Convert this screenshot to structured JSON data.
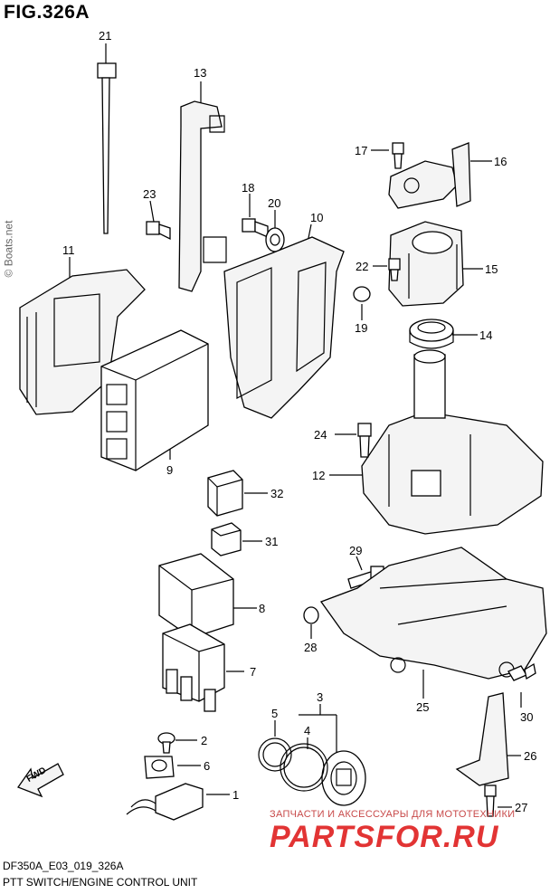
{
  "figure": {
    "title": "FIG.326A"
  },
  "watermark": {
    "text": "© Boats.net"
  },
  "footer": {
    "code": "DF350A_E03_019_326A",
    "title": "PTT SWITCH/ENGINE CONTROL UNIT"
  },
  "brand": {
    "tagline": "ЗАПЧАСТИ И АКСЕССУАРЫ ДЛЯ МОТОТЕХНИКИ",
    "logo": "PARTSFOR.RU",
    "color": "#e23434"
  },
  "fwd_label": "FWD",
  "callouts": [
    {
      "id": "21",
      "label": "21"
    },
    {
      "id": "13",
      "label": "13"
    },
    {
      "id": "17",
      "label": "17"
    },
    {
      "id": "16",
      "label": "16"
    },
    {
      "id": "23",
      "label": "23"
    },
    {
      "id": "18",
      "label": "18"
    },
    {
      "id": "20",
      "label": "20"
    },
    {
      "id": "10",
      "label": "10"
    },
    {
      "id": "11",
      "label": "11"
    },
    {
      "id": "22",
      "label": "22"
    },
    {
      "id": "15",
      "label": "15"
    },
    {
      "id": "19",
      "label": "19"
    },
    {
      "id": "14",
      "label": "14"
    },
    {
      "id": "24",
      "label": "24"
    },
    {
      "id": "12",
      "label": "12"
    },
    {
      "id": "9",
      "label": "9"
    },
    {
      "id": "32",
      "label": "32"
    },
    {
      "id": "31",
      "label": "31"
    },
    {
      "id": "29",
      "label": "29"
    },
    {
      "id": "8",
      "label": "8"
    },
    {
      "id": "28",
      "label": "28"
    },
    {
      "id": "7",
      "label": "7"
    },
    {
      "id": "3",
      "label": "3"
    },
    {
      "id": "25",
      "label": "25"
    },
    {
      "id": "5",
      "label": "5"
    },
    {
      "id": "4",
      "label": "4"
    },
    {
      "id": "30",
      "label": "30"
    },
    {
      "id": "2",
      "label": "2"
    },
    {
      "id": "26",
      "label": "26"
    },
    {
      "id": "6",
      "label": "6"
    },
    {
      "id": "1",
      "label": "1"
    },
    {
      "id": "27",
      "label": "27"
    }
  ]
}
